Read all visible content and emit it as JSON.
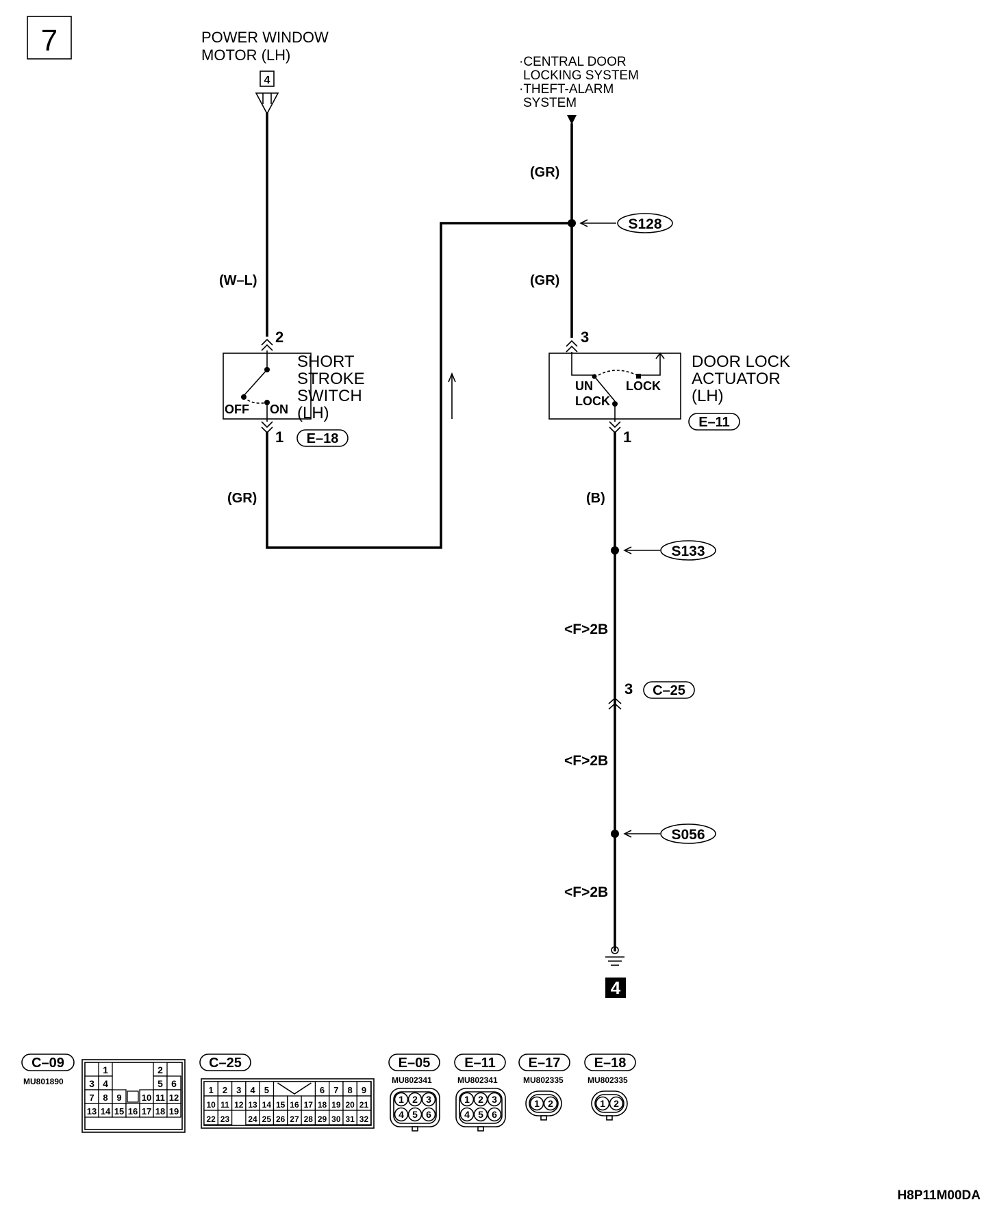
{
  "page_number": "7",
  "motor": {
    "label_line1": "POWER WINDOW",
    "label_line2": "MOTOR (LH)",
    "terminal": "4"
  },
  "top_right": {
    "line1": "·CENTRAL DOOR",
    "line2": "LOCKING SYSTEM",
    "line3": "·THEFT-ALARM",
    "line4": "SYSTEM"
  },
  "wires": {
    "w_l": "(W–L)",
    "gr_top": "(GR)",
    "gr_mid": "(GR)",
    "gr_left": "(GR)",
    "b": "(B)",
    "f2b_1": "<F>2B",
    "f2b_2": "<F>2B",
    "f2b_3": "<F>2B"
  },
  "splices": {
    "s128": "S128",
    "s133": "S133",
    "s056": "S056"
  },
  "switch": {
    "label_line1": "SHORT",
    "label_line2": "STROKE",
    "label_line3": "SWITCH",
    "label_line4": "(LH)",
    "pin_top": "2",
    "pin_bottom": "1",
    "off": "OFF",
    "on": "ON",
    "connector": "E–18"
  },
  "actuator": {
    "label_line1": "DOOR LOCK",
    "label_line2": "ACTUATOR",
    "label_line3": "(LH)",
    "pin_top": "3",
    "pin_bottom": "1",
    "unlock_line1": "UN",
    "unlock_line2": "LOCK",
    "lock": "LOCK",
    "connector": "E–11"
  },
  "joint": {
    "pin": "3",
    "connector": "C–25"
  },
  "ground": {
    "number": "4"
  },
  "connectors": [
    {
      "name": "C–09",
      "part": "MU801890"
    },
    {
      "name": "C–25",
      "part": ""
    },
    {
      "name": "E–05",
      "part": "MU802341"
    },
    {
      "name": "E–11",
      "part": "MU802341"
    },
    {
      "name": "E–17",
      "part": "MU802335"
    },
    {
      "name": "E–18",
      "part": "MU802335"
    }
  ],
  "c09_pins": {
    "r1a": "1",
    "r1b": "2",
    "r2": [
      "3",
      "4",
      "5",
      "6"
    ],
    "r3": [
      "7",
      "8",
      "9",
      "10",
      "11",
      "12"
    ],
    "r4": [
      "13",
      "14",
      "15",
      "16",
      "17",
      "18",
      "19"
    ]
  },
  "c25_pins": {
    "r1a": [
      "1",
      "2",
      "3",
      "4",
      "5"
    ],
    "r1b": [
      "6",
      "7",
      "8",
      "9"
    ],
    "r2": [
      "10",
      "11",
      "12",
      "13",
      "14",
      "15",
      "16",
      "17",
      "18",
      "19",
      "20",
      "21"
    ],
    "r3": [
      "22",
      "23",
      "24",
      "25",
      "26",
      "27",
      "28",
      "29",
      "30",
      "31",
      "32"
    ]
  },
  "six_pin": [
    "1",
    "2",
    "3",
    "4",
    "5",
    "6"
  ],
  "two_pin": [
    "1",
    "2"
  ],
  "figure_code": "H8P11M00DA"
}
